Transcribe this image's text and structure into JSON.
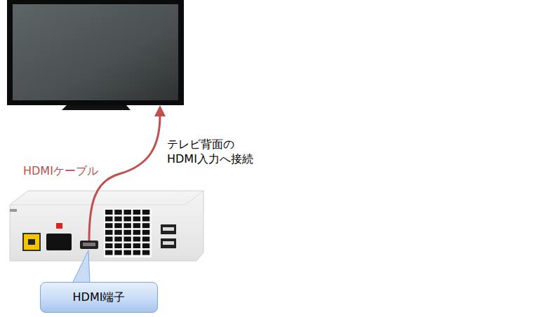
{
  "diagram": {
    "nodes": [
      {
        "text": [
          "HDMI端子"
        ]
      }
    ],
    "labels": [
      "HDMIケーブル",
      "テレビ背面の HDMI入力へ接続"
    ]
  }
}
